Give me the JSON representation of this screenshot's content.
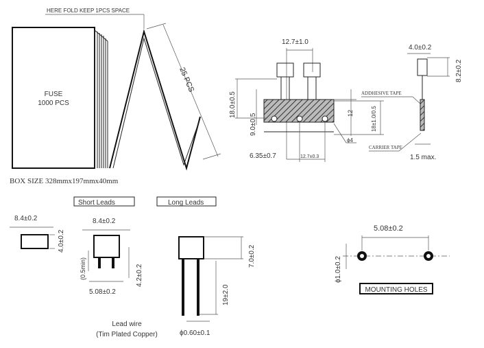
{
  "box": {
    "fold_note": "HERE FOLD KEEP 1PCS SPACE",
    "label_line1": "FUSE",
    "label_line2": "1000 PCS",
    "pcs_count": "25 PCS",
    "box_size": "BOX SIZE 328mmx197mmx40mm"
  },
  "tape": {
    "pitch_top": "12.7±1.0",
    "height_18": "18.0±0.5",
    "height_9": "9.0±0.5",
    "tape_12": "12",
    "tape_18": "18±1.0/0.5",
    "hole": "ϕ4",
    "offset": "6.35±0.7",
    "pitch_bottom": "12.7±0.3",
    "adhesive": "ADDHESIVE TAPE",
    "carrier": "CARRIER TAPE",
    "side_width": "4.0±0.2",
    "side_height": "8.2±0.2",
    "side_max": "1.5 max."
  },
  "parts": {
    "top_width": "8.4±0.2",
    "top_depth": "4.0±0.2",
    "short_leads": "Short Leads",
    "long_leads": "Long Leads",
    "short_width": "8.4±0.2",
    "short_min": "(0.5min)",
    "short_lead_len": "4.2±0.2",
    "short_pitch": "5.08±0.2",
    "long_height": "7.0±0.2",
    "long_lead_len": "19±2.0",
    "lead_dia": "ϕ0.60±0.1",
    "lead_wire1": "Lead wire",
    "lead_wire2": "(Tim Plated Copper)"
  },
  "mounting": {
    "pitch": "5.08±0.2",
    "hole_dia": "ϕ1.0±0.2",
    "label": "MOUNTING HOLES"
  }
}
